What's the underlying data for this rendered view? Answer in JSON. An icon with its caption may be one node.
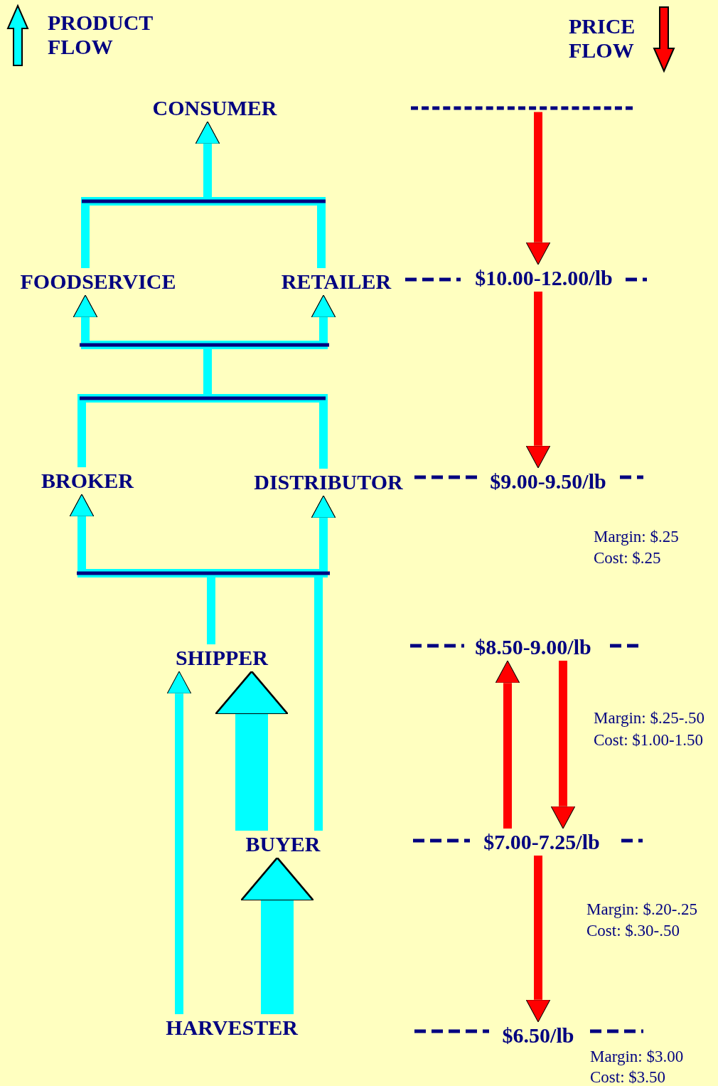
{
  "diagram": {
    "nodes": [
      {
        "text": [
          "CONSUMER"
        ]
      },
      {
        "text": [],
        "shape": "bar"
      },
      {
        "text": [
          "FOODSERVICE"
        ]
      },
      {
        "text": [
          "RETAILER"
        ]
      },
      {
        "text": [
          "$10.00-12.00/lb"
        ]
      },
      {
        "text": [
          "BROKER"
        ]
      },
      {
        "text": [
          "DISTRIBUTOR"
        ]
      },
      {
        "text": [
          "$9.00-9.50/lb"
        ]
      },
      {
        "text": [
          "SHIPPER"
        ]
      },
      {
        "text": [
          "$8.50-9.00/lb"
        ]
      },
      {
        "text": [
          "BUYER"
        ]
      },
      {
        "text": [
          "$7.00-7.25/lb"
        ]
      },
      {
        "text": [
          "HARVESTER"
        ]
      },
      {
        "text": [
          "$6.50/lb"
        ]
      }
    ],
    "edges": [
      {
        "from": 12,
        "to": 10,
        "arrow": "to",
        "style": "thick"
      },
      {
        "from": 12,
        "to": 8,
        "arrow": "to"
      },
      {
        "from": 10,
        "to": 8,
        "arrow": "to",
        "style": "thick"
      },
      {
        "from": 8,
        "to": 5,
        "arrow": "to"
      },
      {
        "from": 8,
        "to": 6,
        "arrow": "to"
      },
      {
        "from": 10,
        "to": 5,
        "arrow": "to"
      },
      {
        "from": 10,
        "to": 6,
        "arrow": "to"
      },
      {
        "from": 5,
        "to": 2,
        "arrow": "to"
      },
      {
        "from": 5,
        "to": 3,
        "arrow": "to"
      },
      {
        "from": 6,
        "to": 2,
        "arrow": "to"
      },
      {
        "from": 6,
        "to": 3,
        "arrow": "to"
      },
      {
        "from": 2,
        "to": 0,
        "arrow": "to"
      },
      {
        "from": 3,
        "to": 0,
        "arrow": "to"
      },
      {
        "from": 1,
        "to": 4,
        "arrow": "to",
        "color": "#ff0000"
      },
      {
        "from": 4,
        "to": 7,
        "arrow": "to",
        "color": "#ff0000"
      },
      {
        "from": 9,
        "to": 11,
        "arrow": "to",
        "color": "#ff0000"
      },
      {
        "from": 11,
        "to": 9,
        "arrow": "to",
        "color": "#ff0000"
      },
      {
        "from": 11,
        "to": 13,
        "arrow": "to",
        "color": "#ff0000"
      }
    ],
    "labels": [
      "Margin: $.25",
      "Cost: $.25",
      "Margin: $.25-.50",
      "Cost: $1.00-1.50",
      "Margin: $.20-.25",
      "Cost: $.30-.50",
      "Margin: $3.00",
      "Cost: $3.50"
    ],
    "legend": [
      {
        "text": "PRODUCT FLOW"
      },
      {
        "text": "PRICE FLOW"
      }
    ]
  }
}
